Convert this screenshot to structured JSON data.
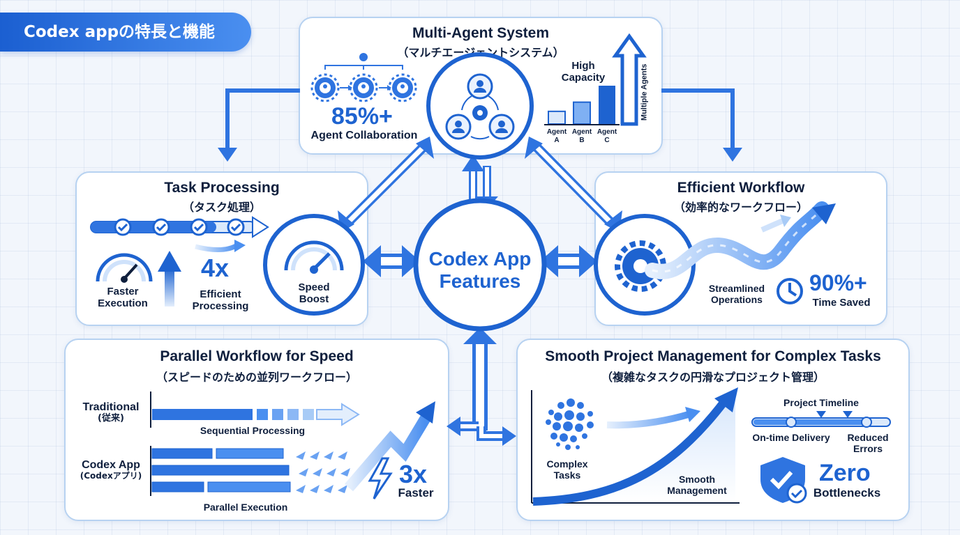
{
  "header": {
    "badge": "Codex appの特長と機能"
  },
  "center": {
    "title_line1": "Codex App",
    "title_line2": "Features"
  },
  "multi_agent": {
    "title": "Multi-Agent System",
    "subtitle": "（マルチエージェントシステム）",
    "stat": "85%+",
    "stat_label": "Agent Collaboration",
    "chart_title_line1": "High",
    "chart_title_line2": "Capacity",
    "axis_label": "Multiple Agents",
    "agents": [
      {
        "line1": "Agent",
        "line2": "A",
        "level": 0.33
      },
      {
        "line1": "Agent",
        "line2": "B",
        "level": 0.57
      },
      {
        "line1": "Agent",
        "line2": "C",
        "level": 1.0
      }
    ]
  },
  "task_processing": {
    "title": "Task Processing",
    "subtitle": "（タスク処理）",
    "faster_line1": "Faster",
    "faster_line2": "Execution",
    "stat": "4x",
    "stat_label_line1": "Efficient",
    "stat_label_line2": "Processing",
    "boost_line1": "Speed",
    "boost_line2": "Boost"
  },
  "efficient_workflow": {
    "title": "Efficient Workflow",
    "subtitle": "（効率的なワークフロー）",
    "ops_line1": "Streamlined",
    "ops_line2": "Operations",
    "stat": "90%+",
    "stat_label": "Time Saved"
  },
  "parallel": {
    "title": "Parallel Workflow for Speed",
    "subtitle": "（スピードのための並列ワークフロー）",
    "traditional": "Traditional",
    "traditional_jp": "(従来)",
    "sequential": "Sequential Processing",
    "codex": "Codex App",
    "codex_jp": "(Codexアプリ)",
    "parallel_exec": "Parallel Execution",
    "stat": "3x",
    "stat_label": "Faster"
  },
  "project": {
    "title": "Smooth Project Management for Complex Tasks",
    "subtitle": "（複雑なタスクの円滑なプロジェクト管理）",
    "complex_line1": "Complex",
    "complex_line2": "Tasks",
    "smooth_line1": "Smooth",
    "smooth_line2": "Management",
    "timeline_title": "Project Timeline",
    "on_time": "On-time Delivery",
    "reduced_line1": "Reduced",
    "reduced_line2": "Errors",
    "stat": "Zero",
    "stat_label": "Bottlenecks"
  },
  "colors": {
    "primary": "#1e63d0",
    "light": "#4a8ff0",
    "pale": "#dbe9fb",
    "border": "#b7d2f1",
    "text": "#0f1f3d"
  }
}
